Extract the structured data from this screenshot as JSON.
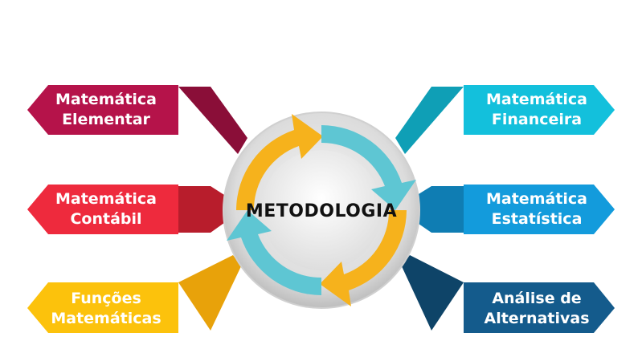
{
  "center": {
    "title": "METODOLOGIA"
  },
  "topics": {
    "left_top": {
      "line1": "Matemática",
      "line2": "Elementar",
      "color": "#b5134a",
      "shade": "#8a0e38"
    },
    "left_mid": {
      "line1": "Matemática",
      "line2": "Contábil",
      "color": "#ee2a3d",
      "shade": "#b81d2c"
    },
    "left_bot": {
      "line1": "Funções",
      "line2": "Matemáticas",
      "color": "#fcc20c",
      "shade": "#e8a20a"
    },
    "right_top": {
      "line1": "Matemática",
      "line2": "Financeira",
      "color": "#13c0dc",
      "shade": "#0f9fb6"
    },
    "right_mid": {
      "line1": "Matemática",
      "line2": "Estatística",
      "color": "#139bdc",
      "shade": "#0f7db3"
    },
    "right_bot": {
      "line1": "Análise de",
      "line2": "Alternativas",
      "color": "#145b8c",
      "shade": "#0e4468"
    }
  },
  "cycle_colors": {
    "orange": "#f6b21c",
    "teal": "#5ec6d3"
  }
}
